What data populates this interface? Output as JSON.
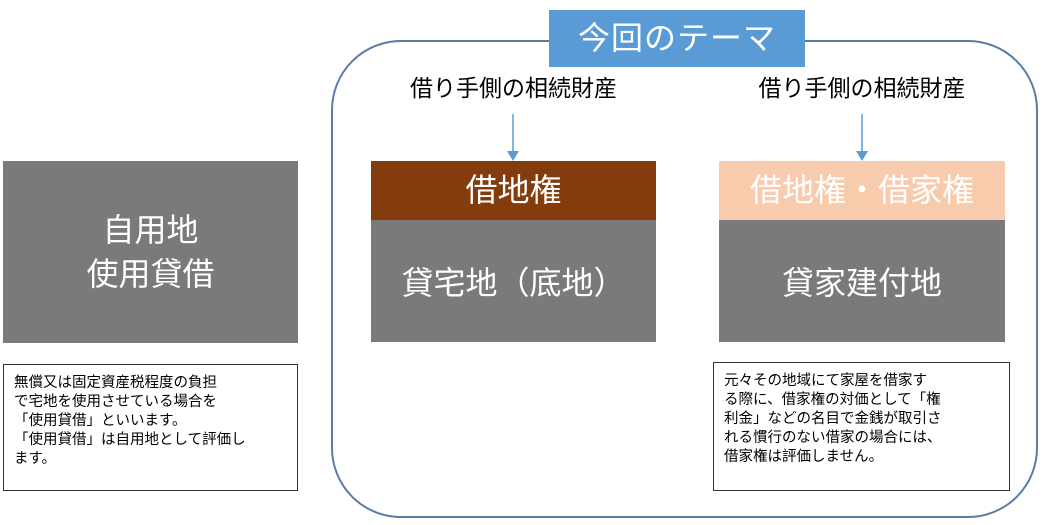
{
  "theme": {
    "title": "今回のテーマ"
  },
  "own_use": {
    "line1": "自用地",
    "line2": "使用貸借"
  },
  "left_column": {
    "label": "借り手側の相続財産",
    "right_name": "借地権",
    "land_name": "貸宅地（底地）"
  },
  "right_column": {
    "label": "借り手側の相続財産",
    "right_name": "借地権・借家権",
    "land_name": "貸家建付地"
  },
  "notes": {
    "own_use_lines": [
      "無償又は固定資産税程度の負担",
      "で宅地を使用させている場合を",
      "「使用貸借」といいます。",
      "「使用貸借」は自用地として評価し",
      "ます。"
    ],
    "rental_lines": [
      "元々その地域にて家屋を借家す",
      "る際に、借家権の対価として「権",
      "利金」などの名目で金銭が取引さ",
      "れる慣行のない借家の場合には、",
      "借家権は評価しません。"
    ]
  },
  "colors": {
    "frame_border": "#5a7da6",
    "theme_tab": "#5b9bd5",
    "gray_box": "#7a7a7a",
    "leasehold_header": "#843c0c",
    "lease_rental_header": "#f8cbad",
    "arrow": "#5b9bd5"
  }
}
